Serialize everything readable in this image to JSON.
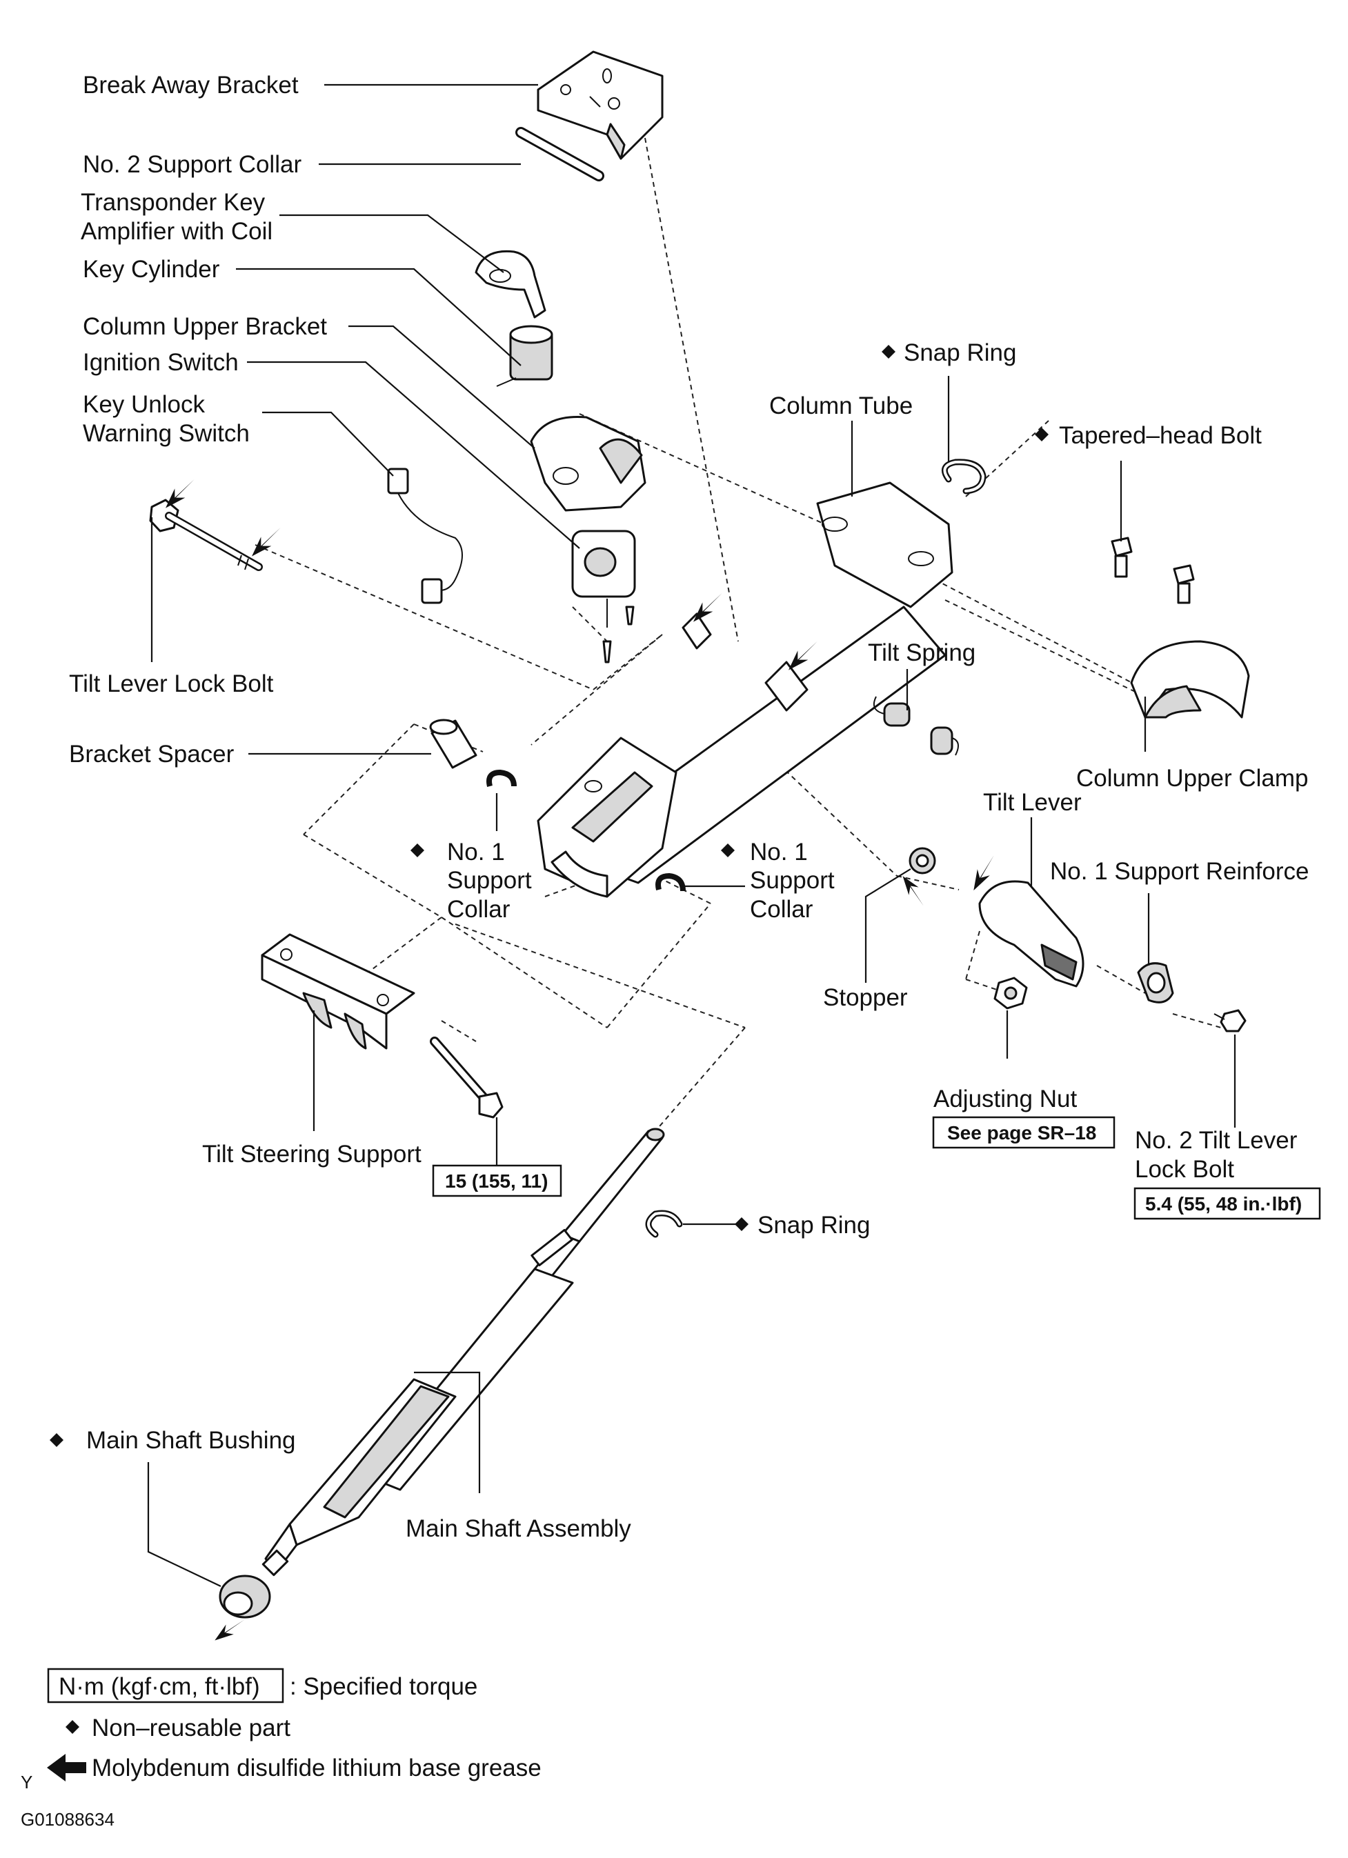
{
  "labels": {
    "break_away_bracket": "Break Away Bracket",
    "no2_support_collar": "No. 2 Support Collar",
    "transponder_key_1": "Transponder Key",
    "transponder_key_2": "Amplifier with Coil",
    "key_cylinder": "Key Cylinder",
    "column_upper_bracket": "Column Upper Bracket",
    "ignition_switch": "Ignition Switch",
    "key_unlock_1": "Key Unlock",
    "key_unlock_2": "Warning Switch",
    "snap_ring_top": "Snap Ring",
    "column_tube": "Column Tube",
    "tapered_head_bolt": "Tapered–head Bolt",
    "tilt_lever_lock_bolt": "Tilt Lever Lock Bolt",
    "tilt_spring": "Tilt Spring",
    "column_upper_clamp": "Column Upper Clamp",
    "bracket_spacer": "Bracket Spacer",
    "tilt_lever": "Tilt Lever",
    "no1_support_collar_left_1": "No. 1",
    "no1_support_collar_left_2": "Support",
    "no1_support_collar_left_3": "Collar",
    "no1_support_collar_right_1": "No. 1",
    "no1_support_collar_right_2": "Support",
    "no1_support_collar_right_3": "Collar",
    "no1_support_reinforce": "No. 1 Support Reinforce",
    "stopper": "Stopper",
    "adjusting_nut": "Adjusting Nut",
    "tilt_steering_support": "Tilt Steering Support",
    "no2_tilt_lever_1": "No. 2 Tilt Lever",
    "no2_tilt_lever_2": "Lock Bolt",
    "snap_ring_bottom": "Snap Ring",
    "main_shaft_bushing": "Main Shaft Bushing",
    "main_shaft_assembly": "Main Shaft Assembly"
  },
  "specs": {
    "see_page": "See page SR–18",
    "torque_support": "15 (155, 11)",
    "torque_lock_bolt": "5.4 (55, 48 in.·lbf)"
  },
  "legend": {
    "torque_unit": "N·m (kgf·cm, ft·lbf)",
    "torque_desc": ": Specified torque",
    "non_reusable": "Non–reusable part",
    "grease": "Molybdenum disulfide lithium base grease"
  },
  "footer": {
    "corner_mark": "Y",
    "figure_code": "G01088634"
  }
}
